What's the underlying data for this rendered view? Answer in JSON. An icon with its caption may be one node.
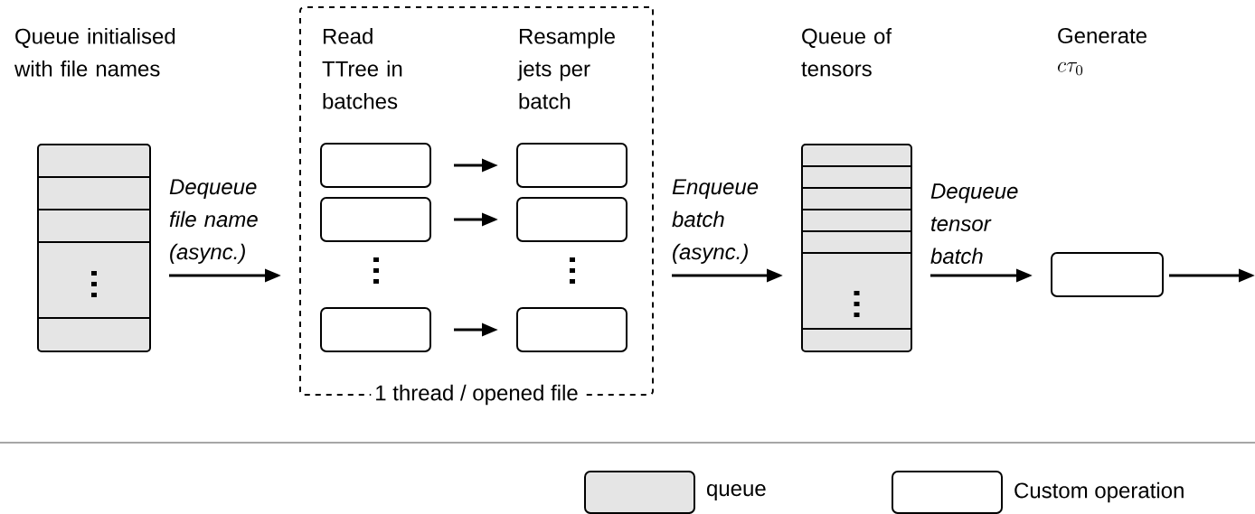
{
  "diagram": {
    "nodes": [
      {
        "text": [
          "Queue initialised with file names"
        ]
      },
      {
        "text": [
          "1 thread / opened file"
        ]
      },
      {
        "text": [],
        "shape": "box",
        "in": 1
      },
      {
        "text": [],
        "shape": "box",
        "in": 1
      },
      {
        "text": [],
        "shape": "box",
        "in": 1
      },
      {
        "text": [],
        "shape": "box",
        "in": 1
      },
      {
        "text": [],
        "shape": "box",
        "in": 1
      },
      {
        "text": [],
        "shape": "box",
        "in": 1
      },
      {
        "text": [
          "Queue of tensors"
        ]
      },
      {
        "text": [],
        "shape": "box"
      }
    ],
    "edges": [
      {
        "from": 0,
        "to": 1,
        "arrow": "to",
        "label": "Dequeue file name (async.)"
      },
      {
        "from": 2,
        "to": 5,
        "arrow": "to"
      },
      {
        "from": 3,
        "to": 6,
        "arrow": "to"
      },
      {
        "from": 4,
        "to": 7,
        "arrow": "to"
      },
      {
        "from": 1,
        "to": 8,
        "arrow": "to",
        "label": "Enqueue batch (async.)"
      },
      {
        "from": 8,
        "to": 9,
        "arrow": "to",
        "label": "Dequeue tensor batch"
      },
      {
        "from": 9,
        "to": null,
        "arrow": "to"
      }
    ],
    "labels": [
      "Read TTree in batches",
      "Resample jets per batch",
      "Generate",
      "c\\tau_0"
    ],
    "legend": [
      {
        "text": "queue",
        "color": "#e5e5e5"
      },
      {
        "text": "Custom operation"
      }
    ]
  }
}
